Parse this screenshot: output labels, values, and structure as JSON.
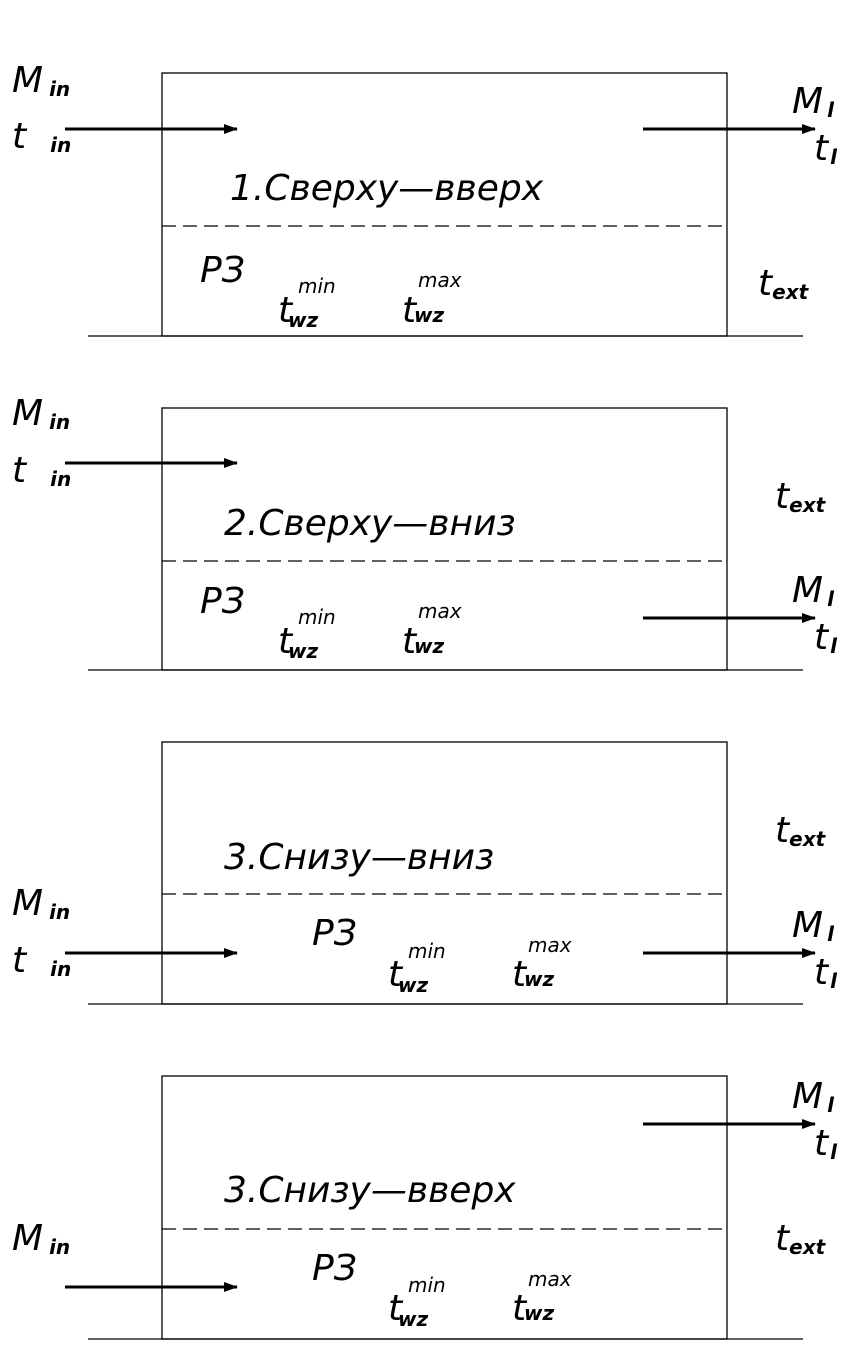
{
  "panels": [
    {
      "title": "1.Сверху—вверх",
      "zone": "РЗ",
      "inlet": {
        "M": "M",
        "M_sub": "in",
        "t": "t",
        "t_sub": "in",
        "show_t": true
      },
      "outlet": {
        "M": "M",
        "M_sub": "l",
        "t": "t",
        "t_sub": "l"
      },
      "t_ext": {
        "t": "t",
        "sub": "ext"
      },
      "t_min": {
        "t": "t",
        "sup": "min",
        "sub": "wz"
      },
      "t_max": {
        "t": "t",
        "sup": "max",
        "sub": "wz"
      }
    },
    {
      "title": "2.Сверху—вниз",
      "zone": "РЗ",
      "inlet": {
        "M": "M",
        "M_sub": "in",
        "t": "t",
        "t_sub": "in",
        "show_t": true
      },
      "outlet": {
        "M": "M",
        "M_sub": "l",
        "t": "t",
        "t_sub": "l"
      },
      "t_ext": {
        "t": "t",
        "sub": "ext"
      },
      "t_min": {
        "t": "t",
        "sup": "min",
        "sub": "wz"
      },
      "t_max": {
        "t": "t",
        "sup": "max",
        "sub": "wz"
      }
    },
    {
      "title": "3.Снизу—вниз",
      "zone": "РЗ",
      "inlet": {
        "M": "M",
        "M_sub": "in",
        "t": "t",
        "t_sub": "in",
        "show_t": true
      },
      "outlet": {
        "M": "M",
        "M_sub": "l",
        "t": "t",
        "t_sub": "l"
      },
      "t_ext": {
        "t": "t",
        "sub": "ext"
      },
      "t_min": {
        "t": "t",
        "sup": "min",
        "sub": "wz"
      },
      "t_max": {
        "t": "t",
        "sup": "max",
        "sub": "wz"
      }
    },
    {
      "title": "3.Снизу—вверх",
      "zone": "РЗ",
      "inlet": {
        "M": "M",
        "M_sub": "in",
        "show_t": false
      },
      "outlet": {
        "M": "M",
        "M_sub": "l",
        "t": "t",
        "t_sub": "l"
      },
      "t_ext": {
        "t": "t",
        "sub": "ext"
      },
      "t_min": {
        "t": "t",
        "sup": "min",
        "sub": "wz"
      },
      "t_max": {
        "t": "t",
        "sup": "max",
        "sub": "wz"
      }
    }
  ]
}
